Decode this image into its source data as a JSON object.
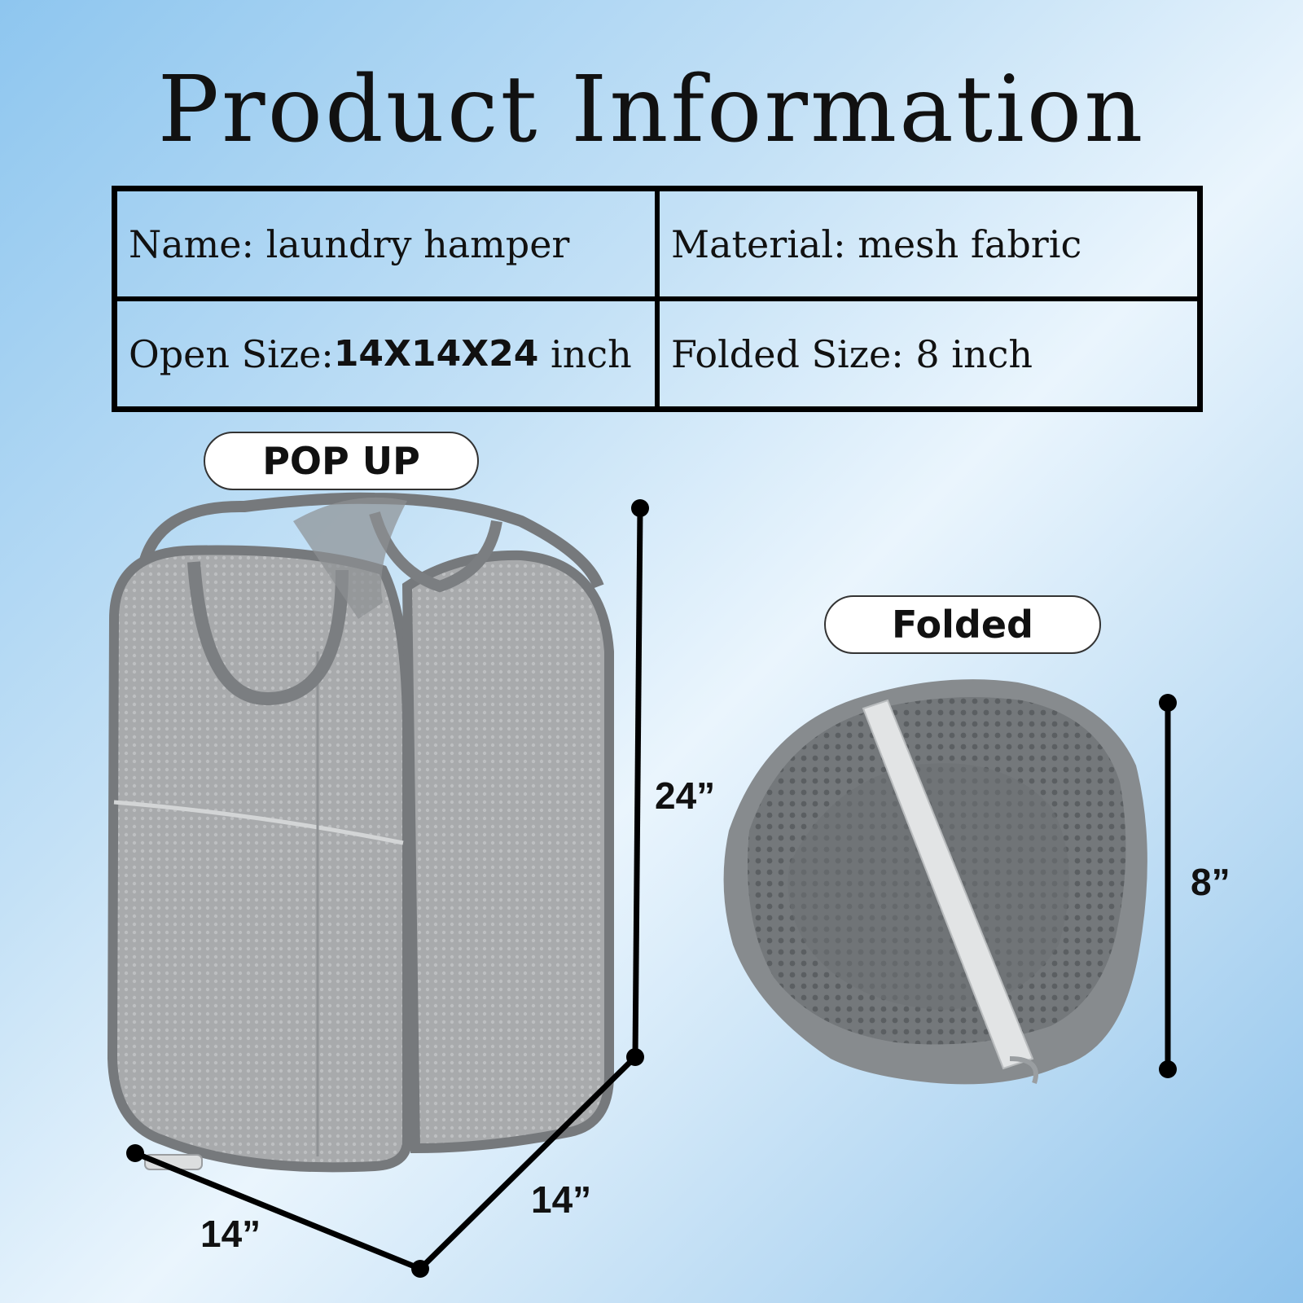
{
  "title": "Product Information",
  "table": {
    "name_label": "Name:",
    "name_value": "laundry hamper",
    "material_label": "Material:",
    "material_value": "mesh fabric",
    "open_size_label": "Open Size:",
    "open_size_value": "14X14X24",
    "open_size_unit": "inch",
    "folded_size_label": "Folded Size:",
    "folded_size_value": "8 inch"
  },
  "badges": {
    "pop_up": "POP UP",
    "folded": "Folded"
  },
  "dimensions": {
    "height": "24”",
    "depth": "14”",
    "width": "14”",
    "folded_height": "8”"
  },
  "colors": {
    "hamper_gray": "#a9abad",
    "hamper_trim": "#76797c",
    "folded_gray": "#7f8386",
    "strap_light": "#e2e4e5"
  }
}
